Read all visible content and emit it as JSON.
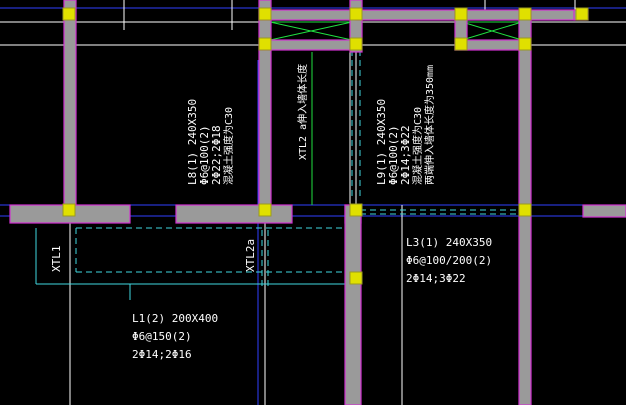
{
  "colors": {
    "background": "#000000",
    "wall_fill": "#9a9a9a",
    "wall_edge": "#d030d0",
    "column": "#e0e000",
    "column_edge": "#9a9a20",
    "beam_dashed": "#40d8e0",
    "axis_line": "#ffffff",
    "leader_green": "#20e040",
    "grid_blue": "#3040ff",
    "text": "#ffffff"
  },
  "labels": {
    "l8": {
      "line1": "L8(1) 240X350",
      "line2": "Φ6@100(2)",
      "line3": "2Φ22;2Φ18",
      "line4": "混凝土强度为C30"
    },
    "l9": {
      "line1": "L9(1) 240X350",
      "line2": "Φ6@100(2)",
      "line3": "2Φ14;3Φ22",
      "line4": "混凝土强度为C30",
      "line5": "两端伸入墙体长度为350mm"
    },
    "xtl2_top": "XTL2 a伸入墙体长度",
    "xtl2_mid": "XTL2a",
    "xtl1": "XTL1",
    "l3": {
      "line1": "L3(1) 240X350",
      "line2": "Φ6@100/200(2)",
      "line3": "2Φ14;3Φ22"
    },
    "l1": {
      "line1": "L1(2) 200X400",
      "line2": "Φ6@150(2)",
      "line3": "2Φ14;2Φ16"
    }
  }
}
